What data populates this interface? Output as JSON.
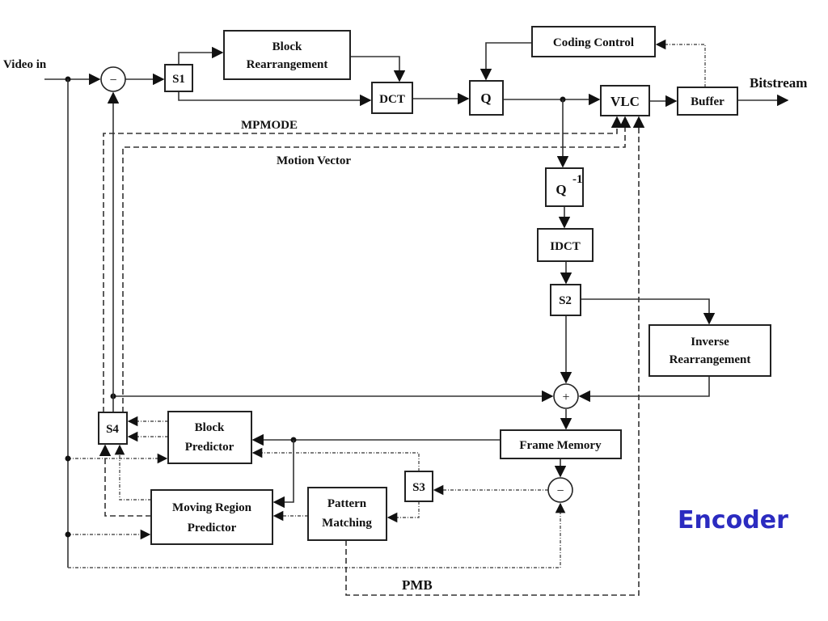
{
  "diagram": {
    "title": "Encoder",
    "title_color": "#2b2bc0",
    "input_label": "Video in",
    "output_label": "Bitstream",
    "blocks": {
      "s1": "S1",
      "block_rearrangement": [
        "Block",
        "Rearrangement"
      ],
      "dct": "DCT",
      "q": "Q",
      "coding_control": "Coding Control",
      "vlc": "VLC",
      "buffer": "Buffer",
      "q_inverse": "Q",
      "q_inverse_sup": "-1",
      "idct": "IDCT",
      "s2": "S2",
      "inverse_rearrangement": [
        "Inverse",
        "Rearrangement"
      ],
      "frame_memory": "Frame Memory",
      "s3": "S3",
      "pattern_matching": [
        "Pattern",
        "Matching"
      ],
      "block_predictor": [
        "Block",
        "Predictor"
      ],
      "s4": "S4",
      "moving_region_predictor": [
        "Moving Region",
        "Predictor"
      ]
    },
    "operators": {
      "input_subtract": "−",
      "adder": "+",
      "frame_subtract": "−"
    },
    "signals": {
      "mpmode": "MPMODE",
      "motion_vector": "Motion Vector",
      "pmb": "PMB"
    }
  }
}
